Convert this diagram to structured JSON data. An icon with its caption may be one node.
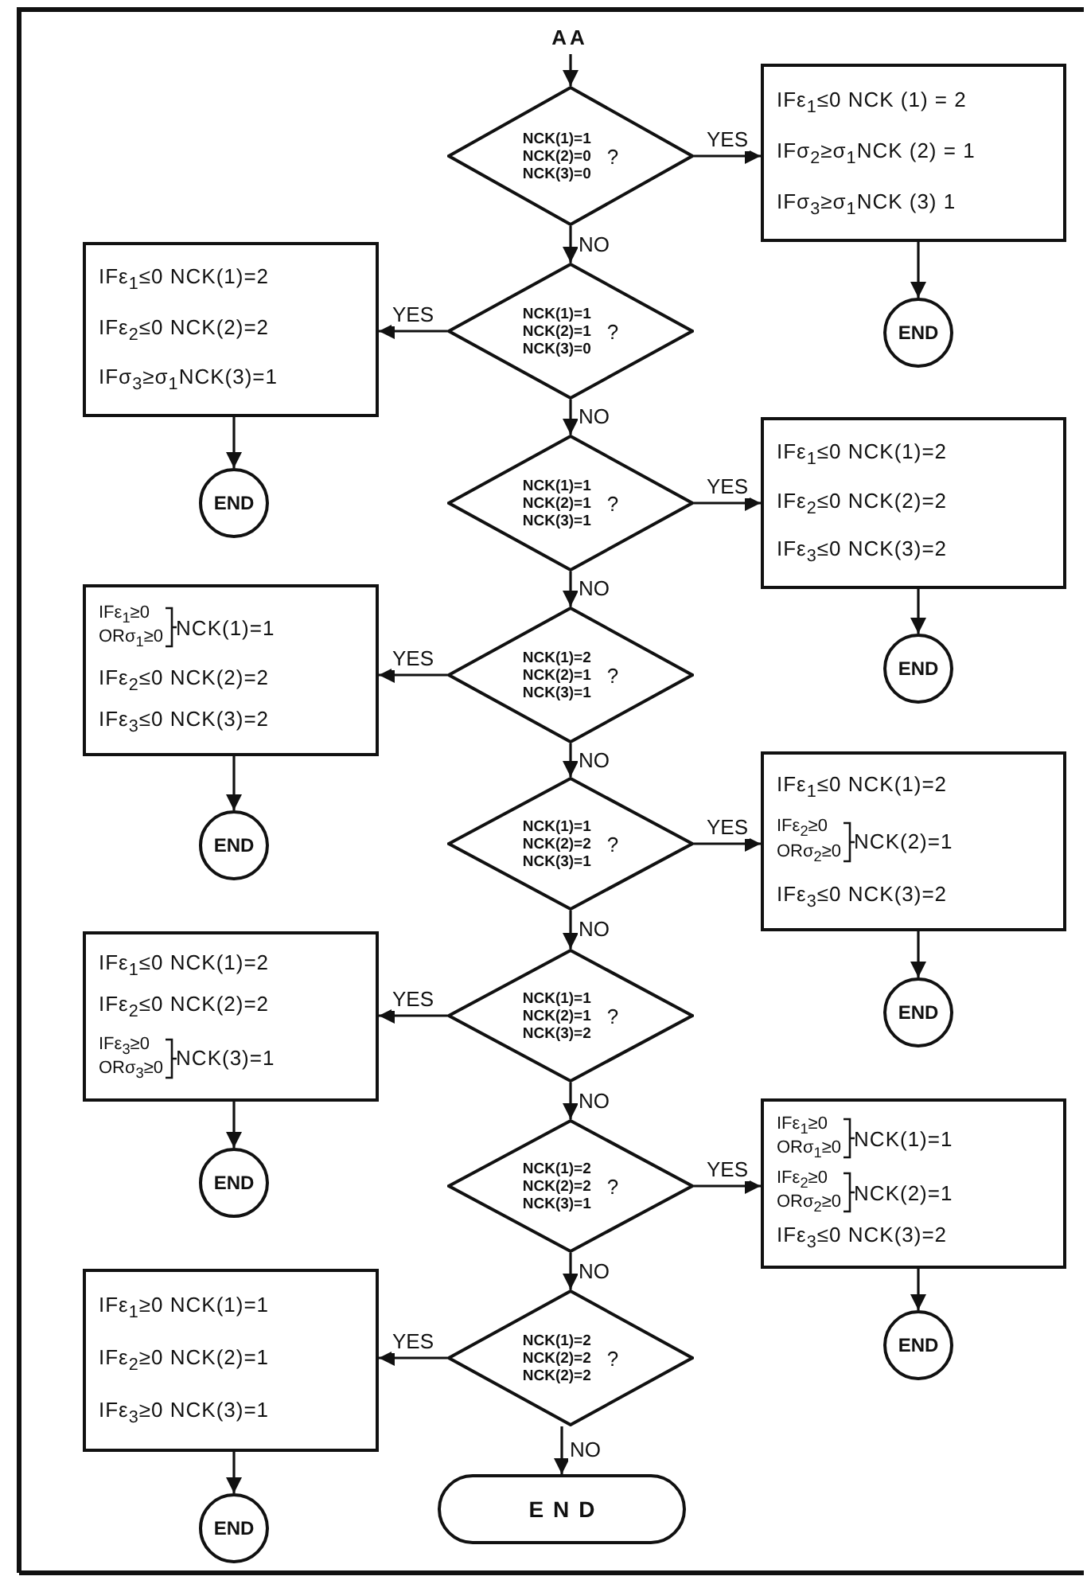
{
  "diagram": {
    "nodes": [
      {
        "text": [
          "AA"
        ]
      },
      {
        "text": [
          "NCK(1)=1",
          "NCK(2)=0",
          "NCK(3)=0",
          "?"
        ]
      },
      {
        "text": [
          "IFε$_{1}$≤0 NCK (1) = 2",
          "IFσ$_{2}$≥σ$_{1}$NCK (2) = 1",
          "IFσ$_{3}$≥σ$_{1}$NCK (3)  1"
        ]
      },
      {
        "text": [
          "END"
        ]
      },
      {
        "text": [
          "NCK(1)=1",
          "NCK(2)=1",
          "NCK(3)=0",
          "?"
        ]
      },
      {
        "text": [
          "IFε$_{1}$≤0 NCK(1)=2",
          "IFε$_{2}$≤0 NCK(2)=2",
          "IFσ$_{3}$≥σ$_{1}$NCK(3)=1"
        ]
      },
      {
        "text": [
          "END"
        ]
      },
      {
        "text": [
          "NCK(1)=1",
          "NCK(2)=1",
          "NCK(3)=1",
          "?"
        ]
      },
      {
        "text": [
          "IFε$_{1}$≤0 NCK(1)=2",
          "IFε$_{2}$≤0 NCK(2)=2",
          "IFε$_{3}$≤0 NCK(3)=2"
        ]
      },
      {
        "text": [
          "END"
        ]
      },
      {
        "text": [
          "NCK(1)=2",
          "NCK(2)=1",
          "NCK(3)=1",
          "?"
        ]
      },
      {
        "text": [
          "IFε$_{1}$≥0",
          "ORσ$_{1}$≥0",
          "NCK(1)=1",
          "IFε$_{2}$≤0 NCK(2)=2",
          "IFε$_{3}$≤0 NCK(3)=2"
        ]
      },
      {
        "text": [
          "END"
        ]
      },
      {
        "text": [
          "NCK(1)=1",
          "NCK(2)=2",
          "NCK(3)=1",
          "?"
        ]
      },
      {
        "text": [
          "IFε$_{1}$≤0 NCK(1)=2",
          "IFε$_{2}$≥0",
          "ORσ$_{2}$≥0",
          "NCK(2)=1",
          "IFε$_{3}$≤0 NCK(3)=2"
        ]
      },
      {
        "text": [
          "END"
        ]
      },
      {
        "text": [
          "NCK(1)=1",
          "NCK(2)=1",
          "NCK(3)=2",
          "?"
        ]
      },
      {
        "text": [
          "IFε$_{1}$≤0 NCK(1)=2",
          "IFε$_{2}$≤0 NCK(2)=2",
          "IFε$_{3}$≥0",
          "ORσ$_{3}$≥0",
          "NCK(3)=1"
        ]
      },
      {
        "text": [
          "END"
        ]
      },
      {
        "text": [
          "NCK(1)=2",
          "NCK(2)=2",
          "NCK(3)=1",
          "?"
        ]
      },
      {
        "text": [
          "IFε$_{1}$≥0",
          "ORσ$_{1}$≥0",
          "NCK(1)=1",
          "IFε$_{2}$≥0",
          "ORσ$_{2}$≥0",
          "NCK(2)=1",
          "IFε$_{3}$≤0 NCK(3)=2"
        ]
      },
      {
        "text": [
          "END"
        ]
      },
      {
        "text": [
          "NCK(1)=2",
          "NCK(2)=2",
          "NCK(2)=2",
          "?"
        ]
      },
      {
        "text": [
          "IFε$_{1}$≥0 NCK(1)=1",
          "IFε$_{2}$≥0 NCK(2)=1",
          "IFε$_{3}$≥0 NCK(3)=1"
        ]
      },
      {
        "text": [
          "END"
        ]
      },
      {
        "text": [
          "END"
        ]
      }
    ],
    "edges": [
      {
        "from": 0,
        "to": 1,
        "arrow": "to"
      },
      {
        "from": 1,
        "to": 2,
        "arrow": "to",
        "label": "YES"
      },
      {
        "from": 2,
        "to": 3,
        "arrow": "to"
      },
      {
        "from": 1,
        "to": 4,
        "arrow": "to",
        "label": "NO"
      },
      {
        "from": 4,
        "to": 5,
        "arrow": "to",
        "label": "YES"
      },
      {
        "from": 5,
        "to": 6,
        "arrow": "to"
      },
      {
        "from": 4,
        "to": 7,
        "arrow": "to",
        "label": "NO"
      },
      {
        "from": 7,
        "to": 8,
        "arrow": "to",
        "label": "YES"
      },
      {
        "from": 8,
        "to": 9,
        "arrow": "to"
      },
      {
        "from": 7,
        "to": 10,
        "arrow": "to",
        "label": "NO"
      },
      {
        "from": 10,
        "to": 11,
        "arrow": "to",
        "label": "YES"
      },
      {
        "from": 11,
        "to": 12,
        "arrow": "to"
      },
      {
        "from": 10,
        "to": 13,
        "arrow": "to",
        "label": "NO"
      },
      {
        "from": 13,
        "to": 14,
        "arrow": "to",
        "label": "YES"
      },
      {
        "from": 14,
        "to": 15,
        "arrow": "to"
      },
      {
        "from": 13,
        "to": 16,
        "arrow": "to",
        "label": "NO"
      },
      {
        "from": 16,
        "to": 17,
        "arrow": "to",
        "label": "YES"
      },
      {
        "from": 17,
        "to": 18,
        "arrow": "to"
      },
      {
        "from": 16,
        "to": 19,
        "arrow": "to",
        "label": "NO"
      },
      {
        "from": 19,
        "to": 20,
        "arrow": "to",
        "label": "YES"
      },
      {
        "from": 20,
        "to": 21,
        "arrow": "to"
      },
      {
        "from": 19,
        "to": 22,
        "arrow": "to",
        "label": "NO"
      },
      {
        "from": 22,
        "to": 23,
        "arrow": "to",
        "label": "YES"
      },
      {
        "from": 23,
        "to": 24,
        "arrow": "to"
      },
      {
        "from": 22,
        "to": 25,
        "arrow": "to",
        "label": "NO"
      }
    ]
  }
}
